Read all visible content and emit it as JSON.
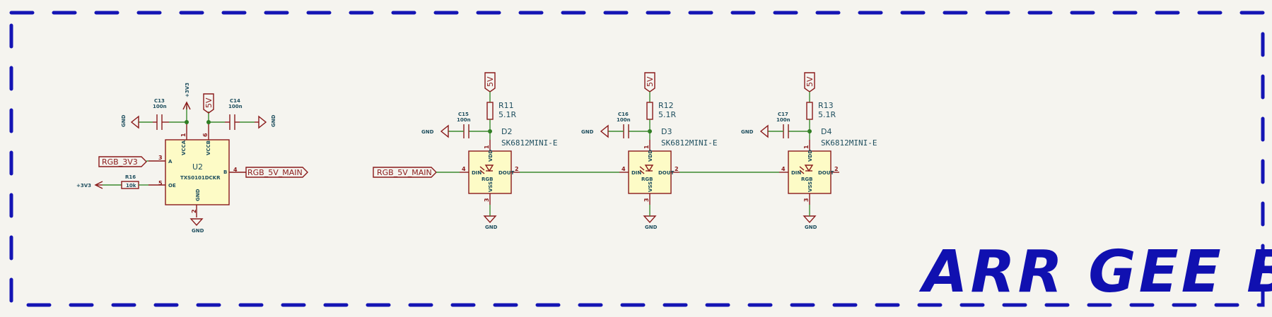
{
  "title": "ARR GEE BEE",
  "u2": {
    "ref": "U2",
    "value": "TXS0101DCKR",
    "pins": {
      "vcca": "VCCA",
      "vccb": "VCCB",
      "a": "A",
      "b": "B",
      "oe": "OE",
      "gnd": "GND"
    },
    "pin_numbers": {
      "vcca": "1",
      "vccb": "6",
      "a": "3",
      "b": "4",
      "oe": "5",
      "gnd": "2"
    }
  },
  "c13": {
    "ref": "C13",
    "value": "100n"
  },
  "c14": {
    "ref": "C14",
    "value": "100n"
  },
  "r16": {
    "ref": "R16",
    "value": "10k"
  },
  "power": {
    "gnd": "GND",
    "v33": "+3V3",
    "v5": "5V"
  },
  "nets": {
    "rgb_3v3": "RGB_3V3",
    "rgb_5v_main": "RGB_5V_MAIN"
  },
  "leds": [
    {
      "ref": "D2",
      "value": "SK6812MINI-E",
      "res_ref": "R11",
      "res_value": "5.1R",
      "cap_ref": "C15",
      "cap_value": "100n"
    },
    {
      "ref": "D3",
      "value": "SK6812MINI-E",
      "res_ref": "R12",
      "res_value": "5.1R",
      "cap_ref": "C16",
      "cap_value": "100n"
    },
    {
      "ref": "D4",
      "value": "SK6812MINI-E",
      "res_ref": "R13",
      "res_value": "5.1R",
      "cap_ref": "C17",
      "cap_value": "100n"
    }
  ],
  "led_pins": {
    "din": "DIN",
    "dout": "DOUT",
    "vdd": "VDD",
    "vss": "VSS",
    "rgb": "RGB",
    "din_num": "4",
    "dout_num": "2",
    "vdd_num": "1",
    "vss_num": "3"
  }
}
